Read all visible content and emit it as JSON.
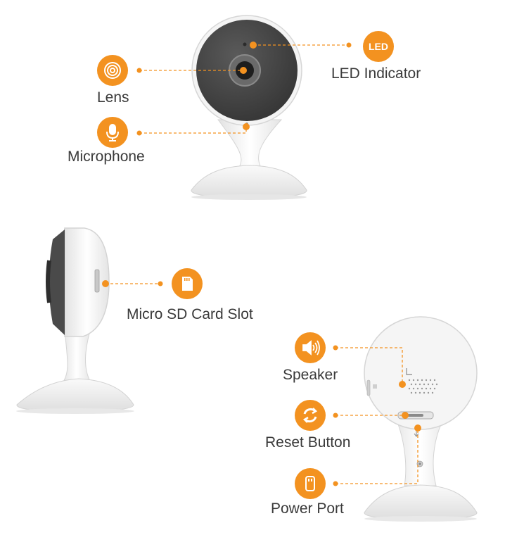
{
  "accent_color": "#f39220",
  "callouts": {
    "led": {
      "icon_text": "LED",
      "label": "LED Indicator",
      "icon": "led-icon"
    },
    "lens": {
      "label": "Lens",
      "icon": "lens-icon"
    },
    "microphone": {
      "label": "Microphone",
      "icon": "microphone-icon"
    },
    "sd": {
      "label": "Micro SD Card Slot",
      "icon": "sd-card-icon"
    },
    "speaker": {
      "label": "Speaker",
      "icon": "speaker-icon"
    },
    "reset": {
      "label": "Reset Button",
      "icon": "reset-icon"
    },
    "power": {
      "label": "Power Port",
      "icon": "usb-plug-icon"
    }
  }
}
